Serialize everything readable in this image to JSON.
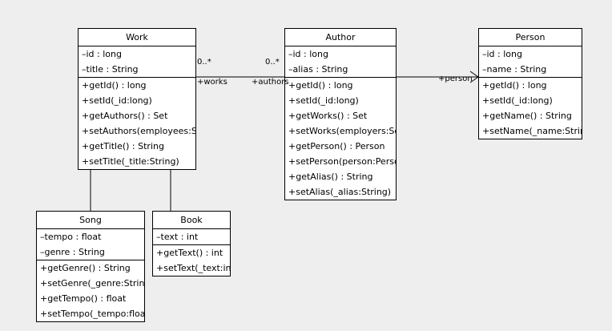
{
  "diagram": {
    "type": "uml-class-diagram",
    "background_color": "#eeeeee",
    "box_fill": "#ffffff",
    "line_color": "#000000"
  },
  "classes": {
    "work": {
      "name": "Work",
      "attributes": [
        "–id : long",
        "–title : String"
      ],
      "methods": [
        "+getId() : long",
        "+setId(_id:long)",
        "+getAuthors() : Set",
        "+setAuthors(employees:Set)",
        "+getTitle() : String",
        "+setTitle(_title:String)"
      ]
    },
    "author": {
      "name": "Author",
      "attributes": [
        "–id : long",
        "–alias : String"
      ],
      "methods": [
        "+getId() : long",
        "+setId(_id:long)",
        "+getWorks() : Set",
        "+setWorks(employers:Set)",
        "+getPerson() : Person",
        "+setPerson(person:Person)",
        "+getAlias() : String",
        "+setAlias(_alias:String)"
      ]
    },
    "person": {
      "name": "Person",
      "attributes": [
        "–id : long",
        "–name : String"
      ],
      "methods": [
        "+getId() : long",
        "+setId(_id:long)",
        "+getName() : String",
        "+setName(_name:String)"
      ]
    },
    "song": {
      "name": "Song",
      "attributes": [
        "–tempo : float",
        "–genre : String"
      ],
      "methods": [
        "+getGenre() : String",
        "+setGenre(_genre:String)",
        "+getTempo() : float",
        "+setTempo(_tempo:float)"
      ]
    },
    "book": {
      "name": "Book",
      "attributes": [
        "–text : int"
      ],
      "methods": [
        "+getText() : int",
        "+setText(_text:int)"
      ]
    }
  },
  "relationships": {
    "work_author": {
      "kind": "association",
      "source_multiplicity": "0..*",
      "target_multiplicity": "0..*",
      "source_role": "+works",
      "target_role": "+authors"
    },
    "author_person": {
      "kind": "directed-association",
      "target_role": "+person"
    },
    "song_work": {
      "kind": "generalization"
    },
    "book_work": {
      "kind": "generalization"
    }
  }
}
